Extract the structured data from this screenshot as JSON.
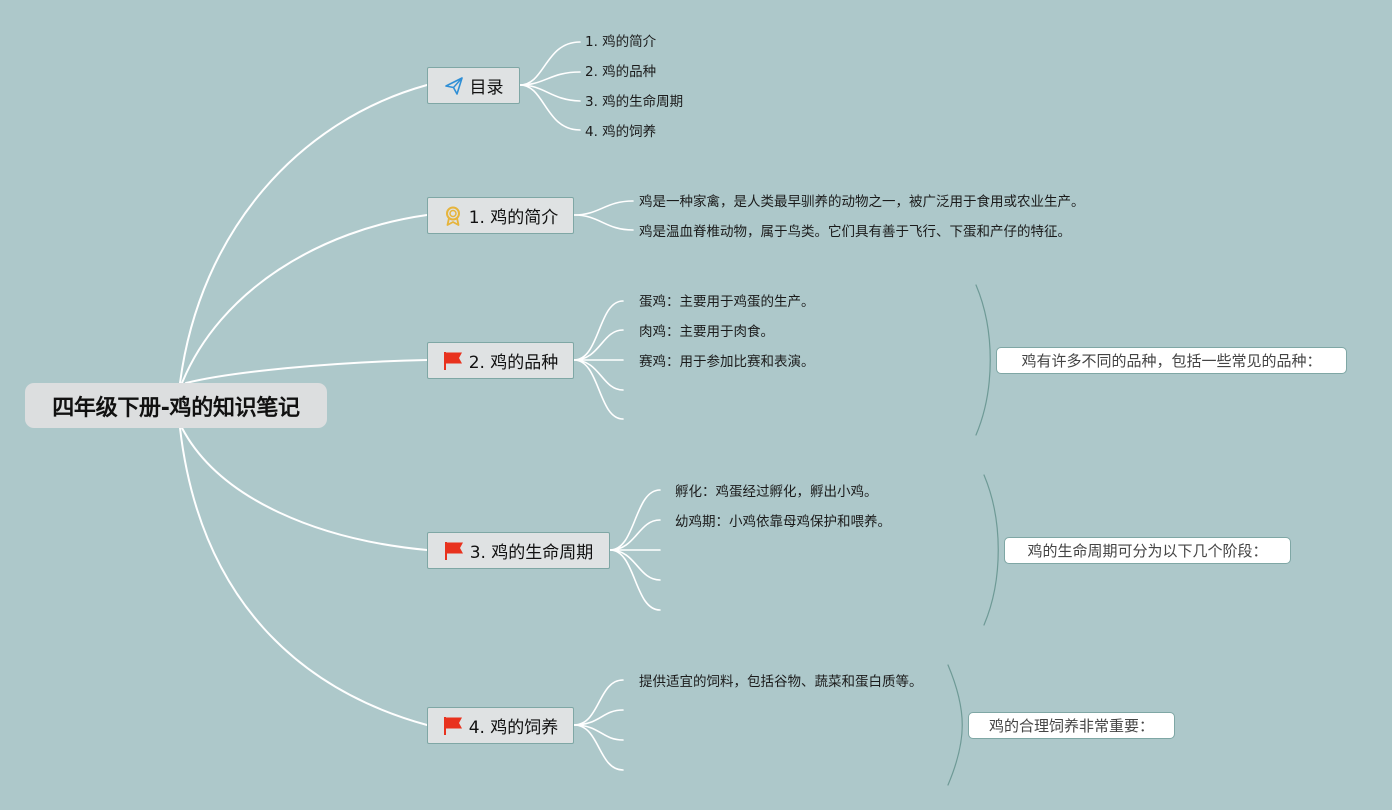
{
  "root": {
    "title": "四年级下册-鸡的知识笔记"
  },
  "colors": {
    "background": "#adc8ca",
    "branch": "#ffffff",
    "flag": "#e8321e",
    "award": "#e6b43c",
    "plane": "#2f8fd6"
  },
  "topics": [
    {
      "label": "目录",
      "icon": "paper-plane-icon",
      "items": [
        "1. 鸡的简介",
        "2. 鸡的品种",
        "3. 鸡的生命周期",
        "4. 鸡的饲养"
      ]
    },
    {
      "label": "1. 鸡的简介",
      "icon": "award-ribbon-icon",
      "items": [
        "鸡是一种家禽，是人类最早驯养的动物之一，被广泛用于食用或农业生产。",
        "鸡是温血脊椎动物，属于鸟类。它们具有善于飞行、下蛋和产仔的特征。"
      ]
    },
    {
      "label": "2. 鸡的品种",
      "icon": "red-flag-icon",
      "items": [
        "蛋鸡：主要用于鸡蛋的生产。",
        "肉鸡：主要用于肉食。",
        "赛鸡：用于参加比赛和表演。"
      ],
      "summary": "鸡有许多不同的品种，包括一些常见的品种："
    },
    {
      "label": "3. 鸡的生命周期",
      "icon": "red-flag-icon",
      "items": [
        "孵化：鸡蛋经过孵化，孵出小鸡。",
        "幼鸡期：小鸡依靠母鸡保护和喂养。"
      ],
      "summary": "鸡的生命周期可分为以下几个阶段："
    },
    {
      "label": "4. 鸡的饲养",
      "icon": "red-flag-icon",
      "items": [
        "提供适宜的饲料，包括谷物、蔬菜和蛋白质等。"
      ],
      "summary": "鸡的合理饲养非常重要："
    }
  ]
}
